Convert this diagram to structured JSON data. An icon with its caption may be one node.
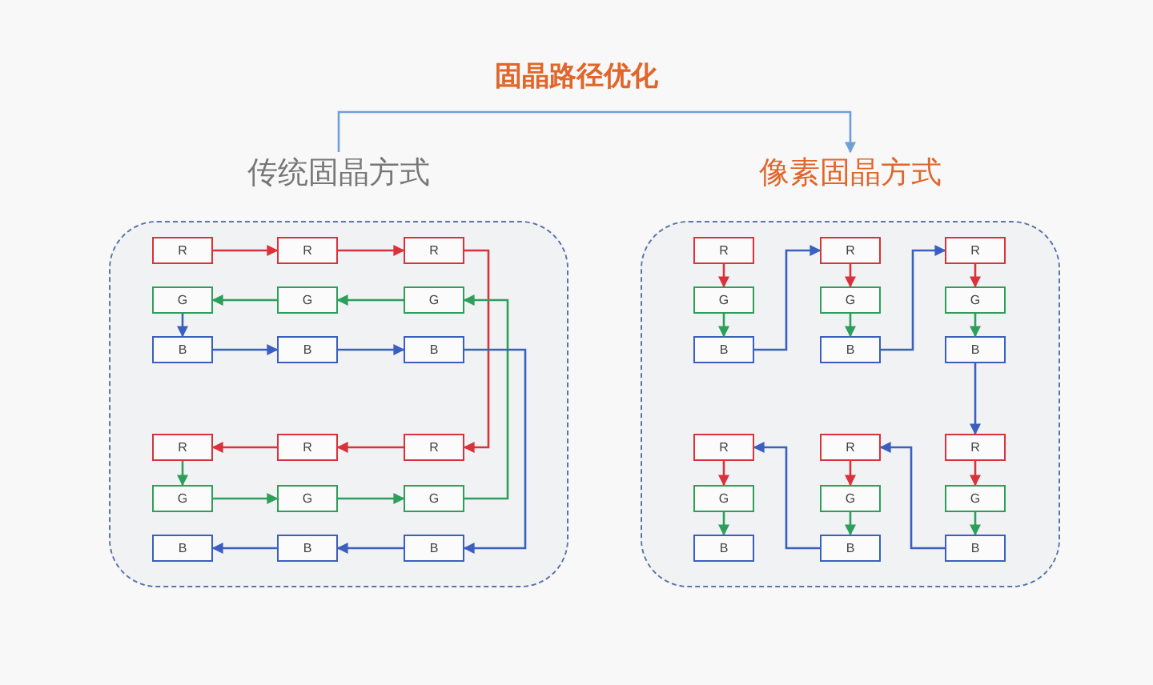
{
  "diagram": {
    "title": "固晶路径优化",
    "nodes": [
      {
        "text": [
          "传统固晶方式"
        ]
      },
      {
        "text": [
          "R"
        ],
        "in": 0
      },
      {
        "text": [
          "R"
        ],
        "in": 0
      },
      {
        "text": [
          "R"
        ],
        "in": 0
      },
      {
        "text": [
          "G"
        ],
        "in": 0
      },
      {
        "text": [
          "G"
        ],
        "in": 0
      },
      {
        "text": [
          "G"
        ],
        "in": 0
      },
      {
        "text": [
          "B"
        ],
        "in": 0
      },
      {
        "text": [
          "B"
        ],
        "in": 0
      },
      {
        "text": [
          "B"
        ],
        "in": 0
      },
      {
        "text": [
          "R"
        ],
        "in": 0
      },
      {
        "text": [
          "R"
        ],
        "in": 0
      },
      {
        "text": [
          "R"
        ],
        "in": 0
      },
      {
        "text": [
          "G"
        ],
        "in": 0
      },
      {
        "text": [
          "G"
        ],
        "in": 0
      },
      {
        "text": [
          "G"
        ],
        "in": 0
      },
      {
        "text": [
          "B"
        ],
        "in": 0
      },
      {
        "text": [
          "B"
        ],
        "in": 0
      },
      {
        "text": [
          "B"
        ],
        "in": 0
      },
      {
        "text": [
          "像素固晶方式"
        ]
      },
      {
        "text": [
          "R"
        ],
        "in": 19
      },
      {
        "text": [
          "R"
        ],
        "in": 19
      },
      {
        "text": [
          "R"
        ],
        "in": 19
      },
      {
        "text": [
          "G"
        ],
        "in": 19
      },
      {
        "text": [
          "G"
        ],
        "in": 19
      },
      {
        "text": [
          "G"
        ],
        "in": 19
      },
      {
        "text": [
          "B"
        ],
        "in": 19
      },
      {
        "text": [
          "B"
        ],
        "in": 19
      },
      {
        "text": [
          "B"
        ],
        "in": 19
      },
      {
        "text": [
          "R"
        ],
        "in": 19
      },
      {
        "text": [
          "R"
        ],
        "in": 19
      },
      {
        "text": [
          "R"
        ],
        "in": 19
      },
      {
        "text": [
          "G"
        ],
        "in": 19
      },
      {
        "text": [
          "G"
        ],
        "in": 19
      },
      {
        "text": [
          "G"
        ],
        "in": 19
      },
      {
        "text": [
          "B"
        ],
        "in": 19
      },
      {
        "text": [
          "B"
        ],
        "in": 19
      },
      {
        "text": [
          "B"
        ],
        "in": 19
      }
    ],
    "edges": [
      {
        "from": 0,
        "to": 19,
        "arrow": "to",
        "color": "#6f9fd8"
      },
      {
        "from": 1,
        "to": 2,
        "arrow": "to",
        "color": "#d9323a"
      },
      {
        "from": 2,
        "to": 3,
        "arrow": "to",
        "color": "#d9323a"
      },
      {
        "from": 3,
        "to": 12,
        "arrow": "to",
        "color": "#d9323a"
      },
      {
        "from": 12,
        "to": 11,
        "arrow": "to",
        "color": "#d9323a"
      },
      {
        "from": 11,
        "to": 10,
        "arrow": "to",
        "color": "#d9323a"
      },
      {
        "from": 10,
        "to": 13,
        "arrow": "to",
        "color": "#2e9e5b"
      },
      {
        "from": 13,
        "to": 14,
        "arrow": "to",
        "color": "#2e9e5b"
      },
      {
        "from": 14,
        "to": 15,
        "arrow": "to",
        "color": "#2e9e5b"
      },
      {
        "from": 15,
        "to": 6,
        "arrow": "to",
        "color": "#2e9e5b"
      },
      {
        "from": 6,
        "to": 5,
        "arrow": "to",
        "color": "#2e9e5b"
      },
      {
        "from": 5,
        "to": 4,
        "arrow": "to",
        "color": "#2e9e5b"
      },
      {
        "from": 4,
        "to": 7,
        "arrow": "to",
        "color": "#3b5fc0"
      },
      {
        "from": 7,
        "to": 8,
        "arrow": "to",
        "color": "#3b5fc0"
      },
      {
        "from": 8,
        "to": 9,
        "arrow": "to",
        "color": "#3b5fc0"
      },
      {
        "from": 9,
        "to": 18,
        "arrow": "to",
        "color": "#3b5fc0"
      },
      {
        "from": 18,
        "to": 17,
        "arrow": "to",
        "color": "#3b5fc0"
      },
      {
        "from": 17,
        "to": 16,
        "arrow": "to",
        "color": "#3b5fc0"
      },
      {
        "from": 20,
        "to": 23,
        "arrow": "to",
        "color": "#d9323a"
      },
      {
        "from": 23,
        "to": 26,
        "arrow": "to",
        "color": "#2e9e5b"
      },
      {
        "from": 26,
        "to": 21,
        "arrow": "to",
        "color": "#3b5fc0"
      },
      {
        "from": 21,
        "to": 24,
        "arrow": "to",
        "color": "#d9323a"
      },
      {
        "from": 24,
        "to": 27,
        "arrow": "to",
        "color": "#2e9e5b"
      },
      {
        "from": 27,
        "to": 22,
        "arrow": "to",
        "color": "#3b5fc0"
      },
      {
        "from": 22,
        "to": 25,
        "arrow": "to",
        "color": "#d9323a"
      },
      {
        "from": 25,
        "to": 28,
        "arrow": "to",
        "color": "#2e9e5b"
      },
      {
        "from": 28,
        "to": 31,
        "arrow": "to",
        "color": "#3b5fc0"
      },
      {
        "from": 31,
        "to": 34,
        "arrow": "to",
        "color": "#d9323a"
      },
      {
        "from": 34,
        "to": 37,
        "arrow": "to",
        "color": "#2e9e5b"
      },
      {
        "from": 37,
        "to": 30,
        "arrow": "to",
        "color": "#3b5fc0"
      },
      {
        "from": 30,
        "to": 33,
        "arrow": "to",
        "color": "#d9323a"
      },
      {
        "from": 33,
        "to": 36,
        "arrow": "to",
        "color": "#2e9e5b"
      },
      {
        "from": 36,
        "to": 29,
        "arrow": "to",
        "color": "#3b5fc0"
      },
      {
        "from": 29,
        "to": 32,
        "arrow": "to",
        "color": "#d9323a"
      },
      {
        "from": 32,
        "to": 35,
        "arrow": "to",
        "color": "#2e9e5b"
      }
    ]
  }
}
